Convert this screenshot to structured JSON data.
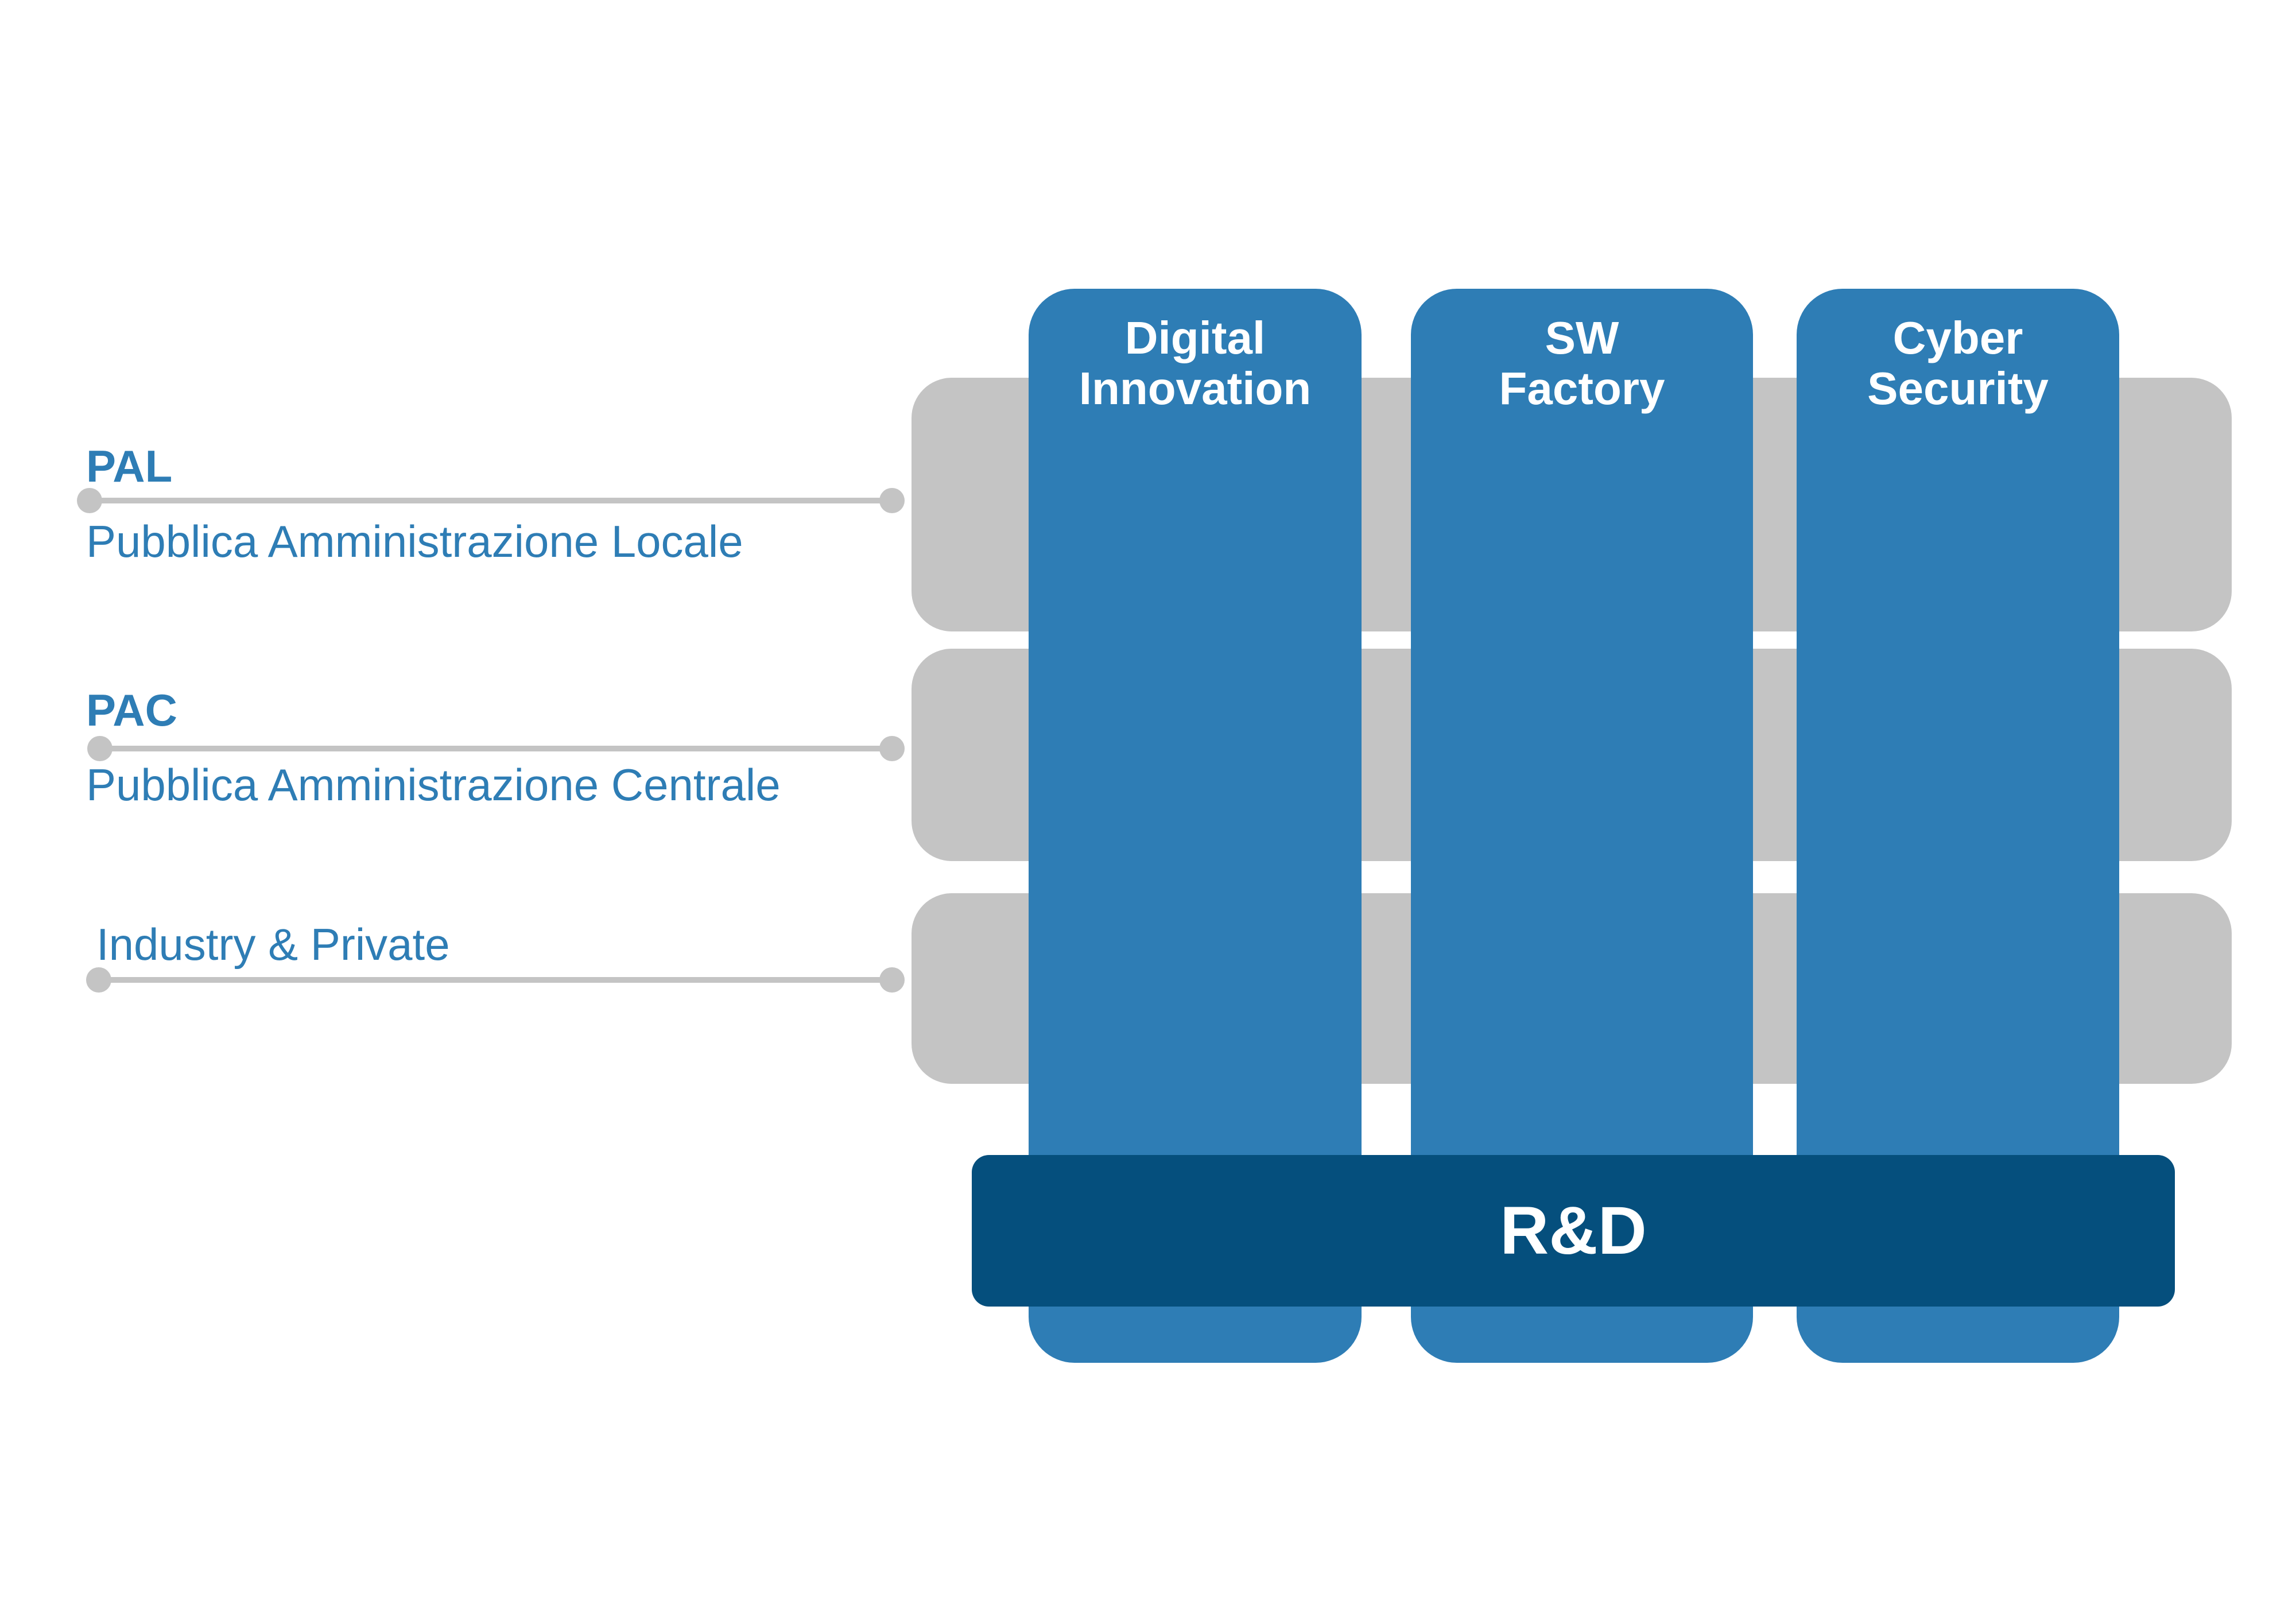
{
  "sectors": [
    {
      "abbr": "PAL",
      "name": "Pubblica Amministrazione Locale"
    },
    {
      "abbr": "PAC",
      "name": "Pubblica Amministrazione Centrale"
    },
    {
      "abbr": "",
      "name": "Industry & Private"
    }
  ],
  "columns": [
    {
      "line1": "Digital",
      "line2": "Innovation"
    },
    {
      "line1": "SW",
      "line2": "Factory"
    },
    {
      "line1": "Cyber",
      "line2": "Security"
    }
  ],
  "foundation": {
    "label": "R&D"
  },
  "colors": {
    "column_blue": "#2e7db5",
    "foundation_blue": "#054f7d",
    "band_gray": "#c4c4c4",
    "label_blue": "#2e7db5"
  }
}
